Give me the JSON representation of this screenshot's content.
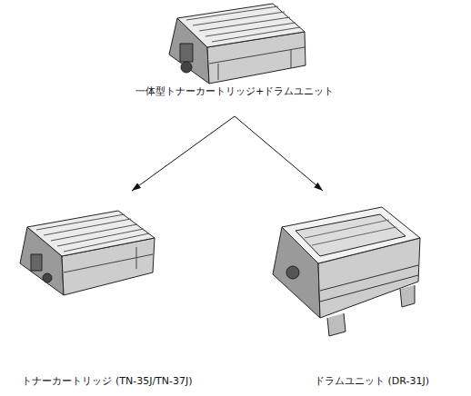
{
  "diagram": {
    "nodes": [
      {
        "text": [
          "一体型トナーカートリッジ+ドラムユニット"
        ]
      },
      {
        "text": [
          "トナーカートリッジ (TN-35J/TN-37J)"
        ]
      },
      {
        "text": [
          "ドラムユニット (DR-31J)"
        ]
      }
    ],
    "edges": [
      {
        "from": 0,
        "to": 1,
        "arrow": "to"
      },
      {
        "from": 0,
        "to": 2,
        "arrow": "to"
      }
    ]
  }
}
